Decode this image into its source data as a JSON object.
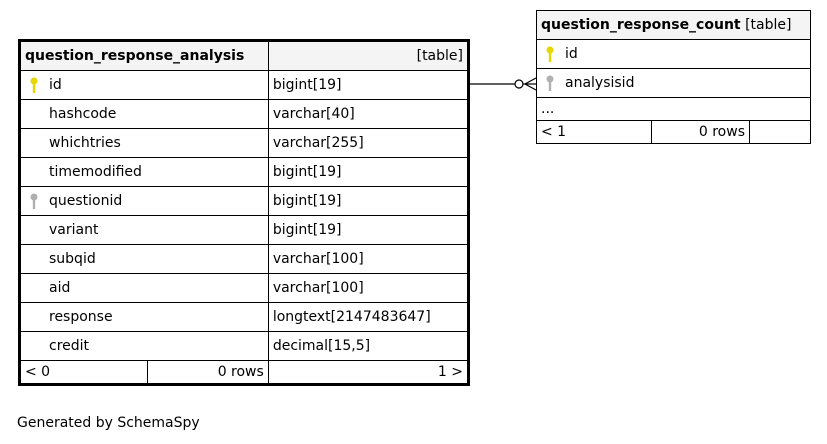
{
  "main_table": {
    "name": "question_response_analysis",
    "type_label": "[table]",
    "columns": [
      {
        "name": "id",
        "type": "bigint[19]",
        "key": "primary"
      },
      {
        "name": "hashcode",
        "type": "varchar[40]",
        "key": ""
      },
      {
        "name": "whichtries",
        "type": "varchar[255]",
        "key": ""
      },
      {
        "name": "timemodified",
        "type": "bigint[19]",
        "key": ""
      },
      {
        "name": "questionid",
        "type": "bigint[19]",
        "key": "foreign"
      },
      {
        "name": "variant",
        "type": "bigint[19]",
        "key": ""
      },
      {
        "name": "subqid",
        "type": "varchar[100]",
        "key": ""
      },
      {
        "name": "aid",
        "type": "varchar[100]",
        "key": ""
      },
      {
        "name": "response",
        "type": "longtext[2147483647]",
        "key": ""
      },
      {
        "name": "credit",
        "type": "decimal[15,5]",
        "key": ""
      }
    ],
    "footer": {
      "parents": "< 0",
      "rows": "0 rows",
      "children": "1 >"
    }
  },
  "count_table": {
    "name": "question_response_count",
    "type_label": "[table]",
    "columns": [
      {
        "name": "id",
        "key": "primary"
      },
      {
        "name": "analysisid",
        "key": "foreign"
      }
    ],
    "ellipsis": "...",
    "footer": {
      "parents": "< 1",
      "rows": "0 rows",
      "children": ""
    }
  },
  "colors": {
    "primary_key": "#e6d700",
    "foreign_key": "#b0b0b0",
    "header_bg": "#f4f4f4"
  },
  "generated_by": "Generated by SchemaSpy"
}
